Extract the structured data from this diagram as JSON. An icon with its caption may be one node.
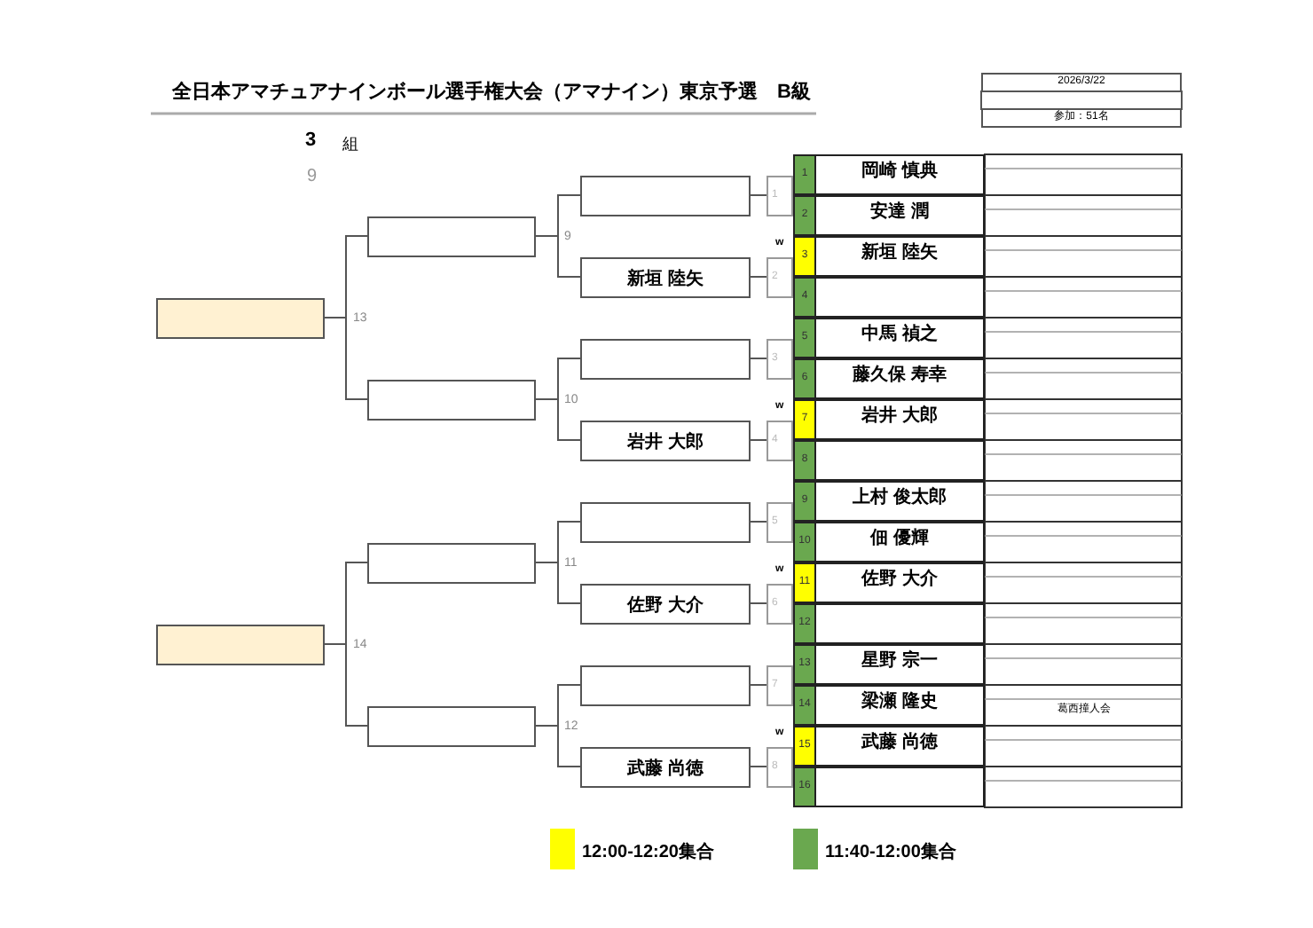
{
  "diagram": {
    "title": "全日本アマチュアナインボール選手権大会（アマナイン）東京予選　B級",
    "nodes": [
      {
        "text": [
          "1",
          "岡崎 慎典"
        ]
      },
      {
        "text": [
          "2",
          "安達 潤"
        ]
      },
      {
        "text": [
          "3",
          "新垣 陸矢"
        ]
      },
      {
        "text": [
          "4"
        ]
      },
      {
        "text": [
          "5",
          "中馬 禎之"
        ]
      },
      {
        "text": [
          "6",
          "藤久保 寿幸"
        ]
      },
      {
        "text": [
          "7",
          "岩井 大郎"
        ]
      },
      {
        "text": [
          "8"
        ]
      },
      {
        "text": [
          "9",
          "上村 俊太郎"
        ]
      },
      {
        "text": [
          "10",
          "佃 優輝"
        ]
      },
      {
        "text": [
          "11",
          "佐野 大介"
        ]
      },
      {
        "text": [
          "12"
        ]
      },
      {
        "text": [
          "13",
          "星野 宗一"
        ]
      },
      {
        "text": [
          "14",
          "梁瀬 隆史"
        ]
      },
      {
        "text": [
          "15",
          "武藤 尚徳"
        ]
      },
      {
        "text": [
          "16"
        ]
      },
      {
        "text": [
          "1"
        ]
      },
      {
        "text": [
          "2"
        ]
      },
      {
        "text": [
          "3"
        ]
      },
      {
        "text": [
          "4"
        ]
      },
      {
        "text": [
          "5"
        ]
      },
      {
        "text": [
          "6"
        ]
      },
      {
        "text": [
          "7"
        ]
      },
      {
        "text": [
          "8"
        ]
      },
      {
        "text": [],
        "shape": "box"
      },
      {
        "text": [
          "新垣 陸矢"
        ]
      },
      {
        "text": [],
        "shape": "box"
      },
      {
        "text": [
          "岩井 大郎"
        ]
      },
      {
        "text": [],
        "shape": "box"
      },
      {
        "text": [
          "佐野 大介"
        ]
      },
      {
        "text": [],
        "shape": "box"
      },
      {
        "text": [
          "武藤 尚徳"
        ]
      },
      {
        "text": [],
        "shape": "box",
        "beside": [
          "9"
        ]
      },
      {
        "text": [],
        "shape": "box",
        "beside": [
          "10"
        ]
      },
      {
        "text": [],
        "shape": "box",
        "beside": [
          "11"
        ]
      },
      {
        "text": [],
        "shape": "box",
        "beside": [
          "12"
        ]
      },
      {
        "text": [],
        "shape": "box",
        "beside": [
          "13"
        ]
      },
      {
        "text": [],
        "shape": "box",
        "beside": [
          "14"
        ]
      }
    ],
    "edges": [
      {
        "from": 16,
        "to": 24,
        "arrow": "none"
      },
      {
        "from": 17,
        "to": 25,
        "arrow": "none"
      },
      {
        "from": 18,
        "to": 26,
        "arrow": "none"
      },
      {
        "from": 19,
        "to": 27,
        "arrow": "none"
      },
      {
        "from": 20,
        "to": 28,
        "arrow": "none"
      },
      {
        "from": 21,
        "to": 29,
        "arrow": "none"
      },
      {
        "from": 22,
        "to": 30,
        "arrow": "none"
      },
      {
        "from": 23,
        "to": 31,
        "arrow": "none"
      },
      {
        "from": 24,
        "to": 32,
        "arrow": "none"
      },
      {
        "from": 25,
        "to": 32,
        "arrow": "none"
      },
      {
        "from": 26,
        "to": 33,
        "arrow": "none"
      },
      {
        "from": 27,
        "to": 33,
        "arrow": "none"
      },
      {
        "from": 28,
        "to": 34,
        "arrow": "none"
      },
      {
        "from": 29,
        "to": 34,
        "arrow": "none"
      },
      {
        "from": 30,
        "to": 35,
        "arrow": "none"
      },
      {
        "from": 31,
        "to": 35,
        "arrow": "none"
      },
      {
        "from": 32,
        "to": 36,
        "arrow": "none"
      },
      {
        "from": 33,
        "to": 36,
        "arrow": "none"
      },
      {
        "from": 34,
        "to": 37,
        "arrow": "none"
      },
      {
        "from": 35,
        "to": 37,
        "arrow": "none"
      }
    ],
    "labels": [
      "2026/3/22",
      "参加：51名",
      "3",
      "組",
      "9",
      "w",
      "w",
      "w",
      "w",
      "葛西撞人会"
    ],
    "legend": [
      {
        "text": "12:00-12:20集合",
        "color": "#ffff00"
      },
      {
        "text": "11:40-12:00集合",
        "color": "#6aa84f"
      }
    ]
  }
}
